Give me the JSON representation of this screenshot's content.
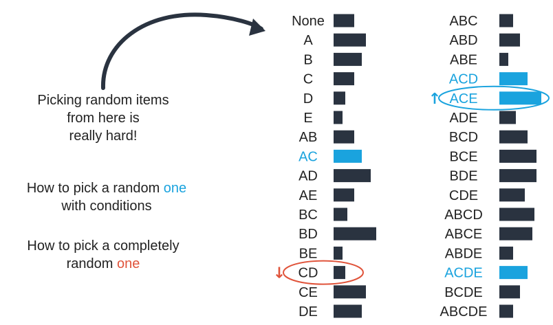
{
  "notes": {
    "hard_lines": [
      "Picking random items",
      "from here is",
      "really hard!"
    ],
    "pick_one": {
      "prefix": "How to pick a random ",
      "word": "one",
      "line2": "with conditions"
    },
    "pick_random": {
      "line1": "How to pick a completely",
      "prefix2": "random ",
      "word": "one"
    }
  },
  "colors": {
    "bar": "#2a3340",
    "highlight_blue": "#1aa3de",
    "highlight_red": "#e0533a",
    "text": "#222222"
  },
  "markers": {
    "up": "↑",
    "down": "↓"
  },
  "chart_data": [
    {
      "type": "bar",
      "orientation": "horizontal",
      "categories": [
        "None",
        "A",
        "B",
        "C",
        "D",
        "E",
        "AB",
        "AC",
        "AD",
        "AE",
        "BC",
        "BD",
        "BE",
        "CD",
        "CE",
        "DE"
      ],
      "values": [
        30,
        47,
        41,
        30,
        17,
        13,
        30,
        41,
        54,
        30,
        20,
        62,
        13,
        17,
        47,
        41
      ],
      "highlight_blue": [
        "AC"
      ],
      "circled": "CD",
      "arrow": "down"
    },
    {
      "type": "bar",
      "orientation": "horizontal",
      "categories": [
        "ABC",
        "ABD",
        "ABE",
        "ACD",
        "ACE",
        "ADE",
        "BCD",
        "BCE",
        "BDE",
        "CDE",
        "ABCD",
        "ABCE",
        "ABDE",
        "ACDE",
        "BCDE",
        "ABCDE"
      ],
      "values": [
        20,
        30,
        13,
        41,
        61,
        24,
        41,
        54,
        54,
        37,
        51,
        48,
        20,
        41,
        30,
        20
      ],
      "highlight_blue": [
        "ACD",
        "ACE",
        "ACDE"
      ],
      "circled": "ACE",
      "arrow": "up"
    }
  ]
}
